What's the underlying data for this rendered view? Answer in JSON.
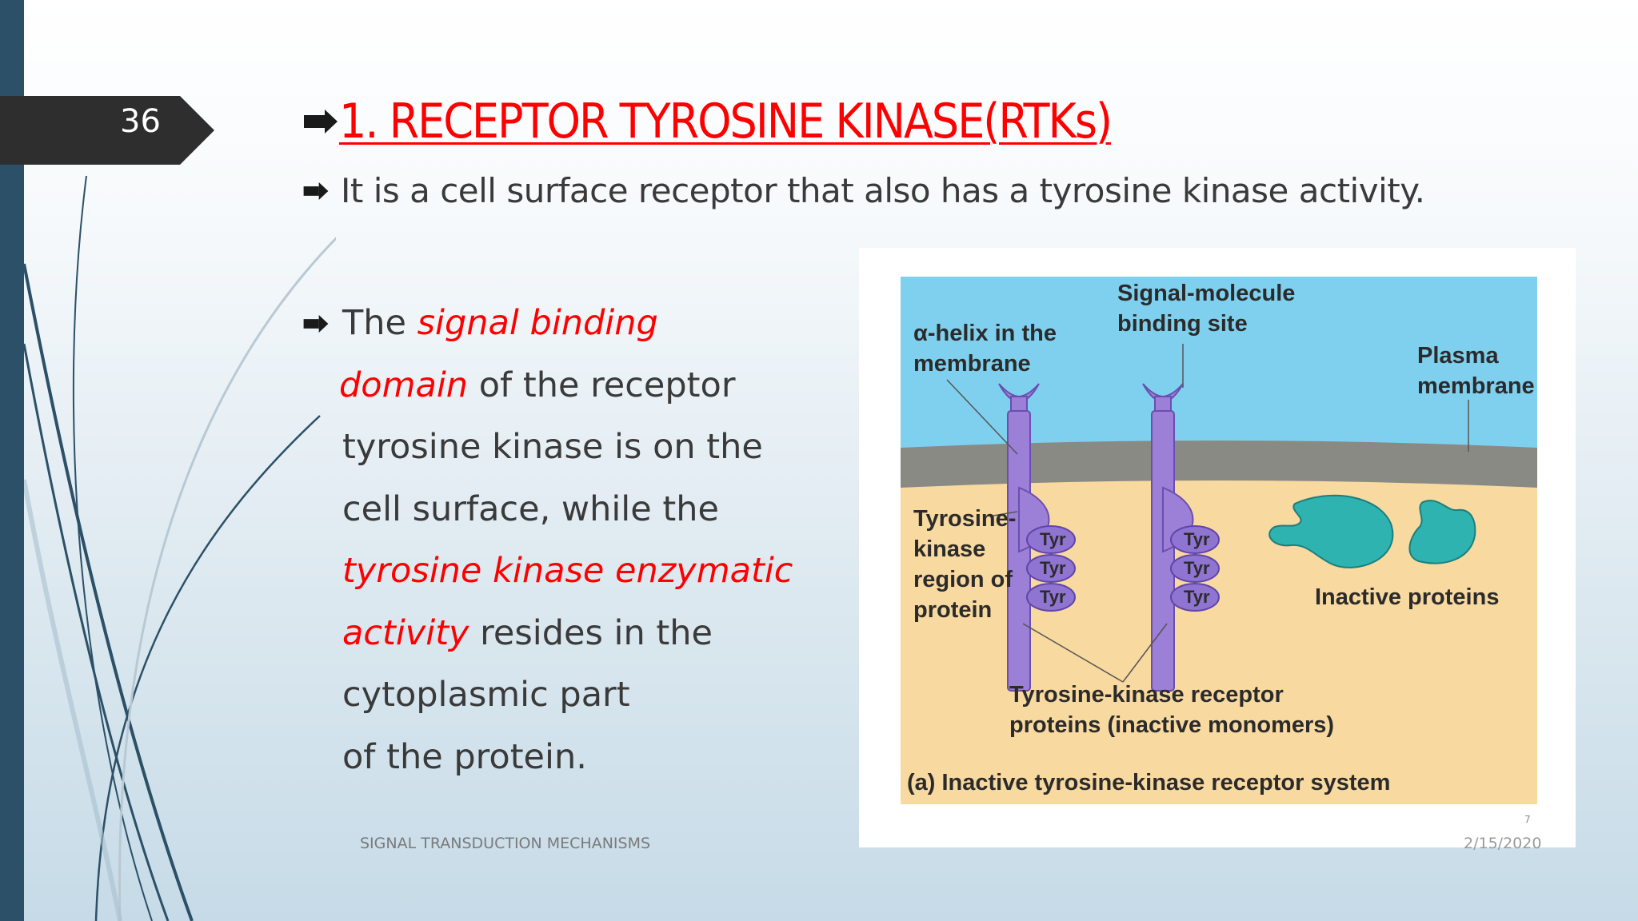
{
  "slide": {
    "number": "36",
    "title": "1. RECEPTOR TYROSINE KINASE(RTKs)",
    "bullet1": "It is a cell surface receptor that also has a tyrosine kinase activity.",
    "bullet2": {
      "the": "The ",
      "signal_binding": "signal binding",
      "domain": "domain",
      "of_the_receptor": " of the receptor",
      "line3": "tyrosine kinase is on the",
      "line4": "cell surface, while the",
      "tyrosine_kinase_enzymatic": "tyrosine kinase enzymatic",
      "activity": "activity",
      "resides": " resides in the",
      "line7": "cytoplasmic part",
      "line8": "of the protein."
    },
    "footer": "SIGNAL TRANSDUCTION MECHANISMS",
    "footer_date": "2/15/2020",
    "accent_color": "#ff0000",
    "bar_color": "#2b5067"
  },
  "figure": {
    "alpha_helix_line1": "α-helix in the",
    "alpha_helix_line2": "membrane",
    "signal_line1": "Signal-molecule",
    "signal_line2": "binding site",
    "plasma_line1": "Plasma",
    "plasma_line2": "membrane",
    "tk_line1": "Tyrosine-",
    "tk_line2": "kinase",
    "tk_line3": "region of",
    "tk_line4": "protein",
    "tyr": "Tyr",
    "inactive": "Inactive proteins",
    "receptor_line1": "Tyrosine-kinase receptor",
    "receptor_line2": "proteins (inactive monomers)",
    "caption": "(a) Inactive tyrosine-kinase receptor system",
    "page_mark": "7"
  }
}
